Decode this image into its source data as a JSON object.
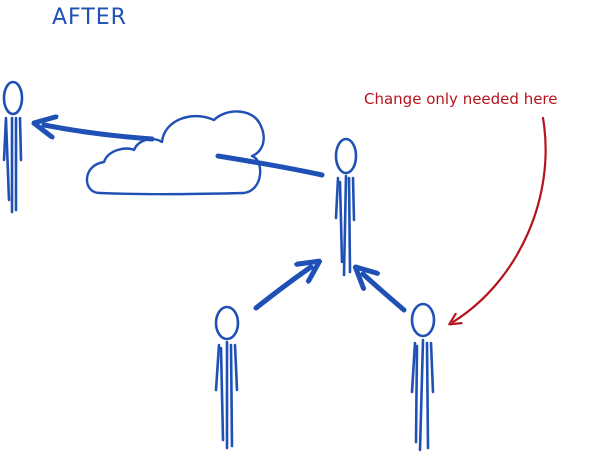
{
  "title": "AFTER",
  "annotation": "Change only needed here",
  "colors": {
    "ink": "#1f50b5",
    "annotation": "#b5141e",
    "background": "#ffffff"
  },
  "figures": [
    {
      "id": "left",
      "role": "destination"
    },
    {
      "id": "center",
      "role": "intermediary"
    },
    {
      "id": "bottom-left",
      "role": "client"
    },
    {
      "id": "bottom-right",
      "role": "client-changed"
    }
  ],
  "elements": [
    "cloud",
    "arrow-to-left-figure",
    "arrow-bottom-left-to-center",
    "arrow-bottom-right-to-center",
    "annotation-arrow"
  ]
}
